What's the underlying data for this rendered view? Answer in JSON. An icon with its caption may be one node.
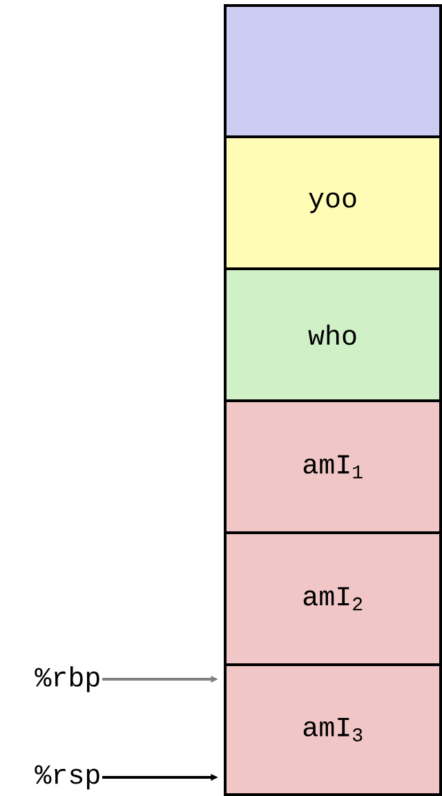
{
  "diagram": {
    "nodes": [
      {
        "text": [],
        "shape": "box"
      },
      {
        "text": [
          "yoo"
        ]
      },
      {
        "text": [
          "who"
        ]
      },
      {
        "text": [
          "amI$_{1}$"
        ]
      },
      {
        "text": [
          "amI$_{2}$"
        ]
      },
      {
        "text": [
          "amI$_{3}$"
        ]
      },
      {
        "text": [
          "%rbp"
        ]
      },
      {
        "text": [
          "%rsp"
        ]
      }
    ],
    "edges": [
      {
        "from": 6,
        "to": 5,
        "arrow": "to",
        "color": "#808080"
      },
      {
        "from": 7,
        "to": 5,
        "arrow": "to",
        "color": "#000000"
      }
    ]
  }
}
